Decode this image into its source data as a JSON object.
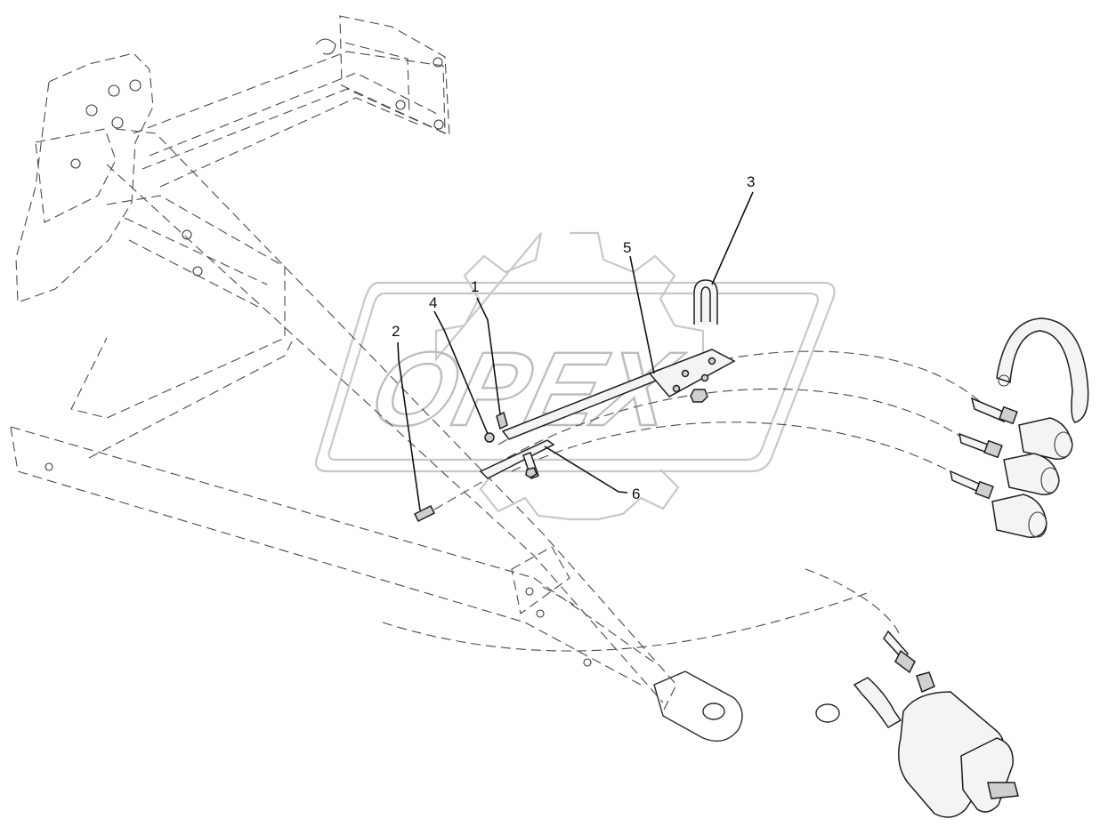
{
  "diagram": {
    "watermark_text": "OPEX",
    "callouts": [
      {
        "id": "1",
        "label": "1"
      },
      {
        "id": "2",
        "label": "2"
      },
      {
        "id": "3",
        "label": "3"
      },
      {
        "id": "4",
        "label": "4"
      },
      {
        "id": "5",
        "label": "5"
      },
      {
        "id": "6",
        "label": "6"
      }
    ]
  }
}
